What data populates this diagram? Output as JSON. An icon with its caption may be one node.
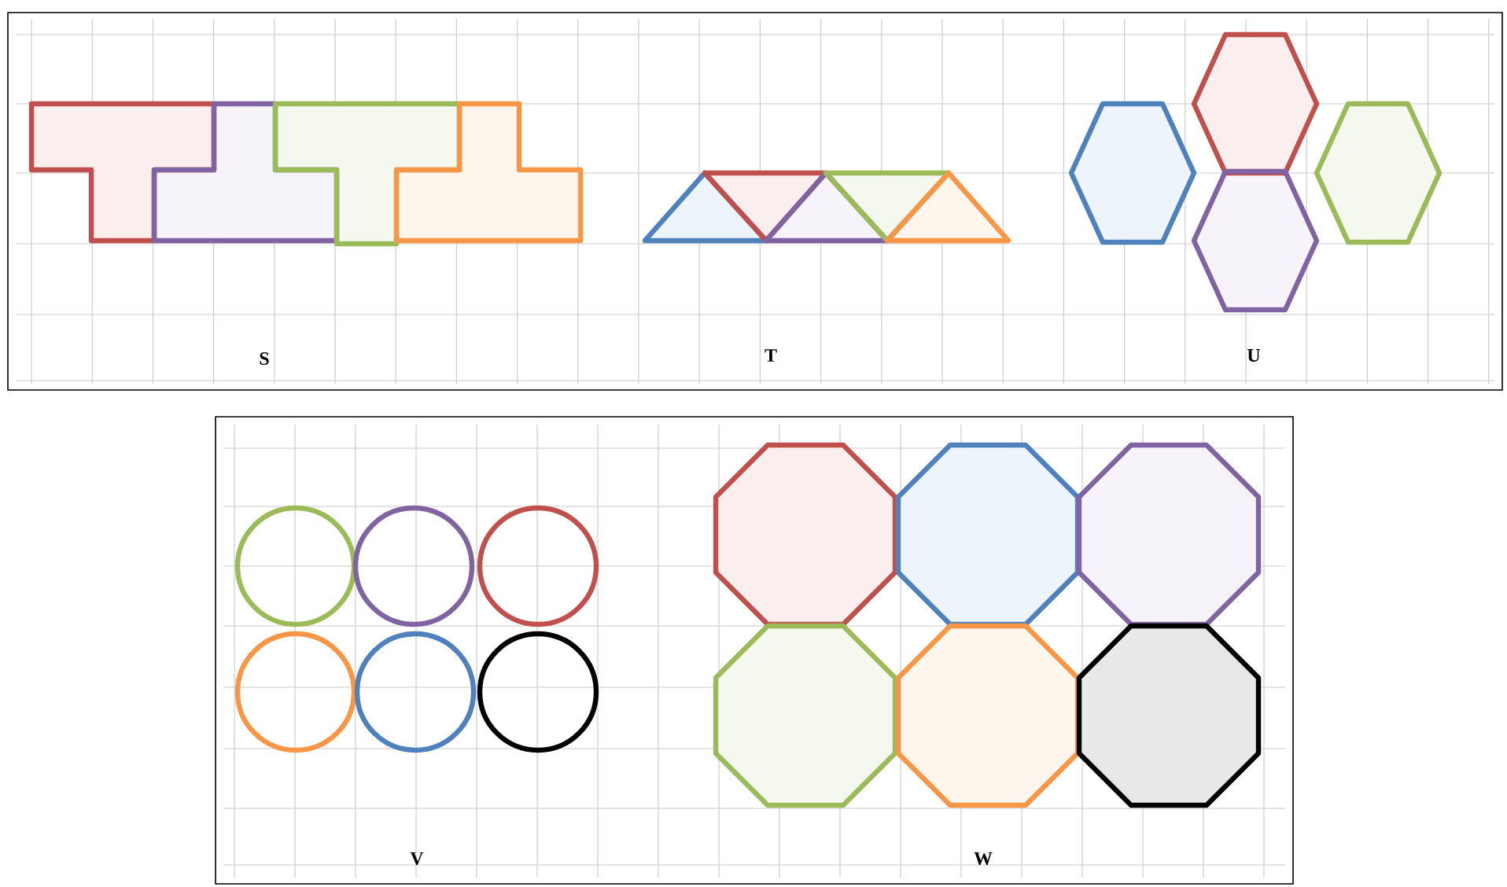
{
  "diagram": {
    "labels": [
      "S",
      "T",
      "U",
      "V",
      "W"
    ]
  }
}
